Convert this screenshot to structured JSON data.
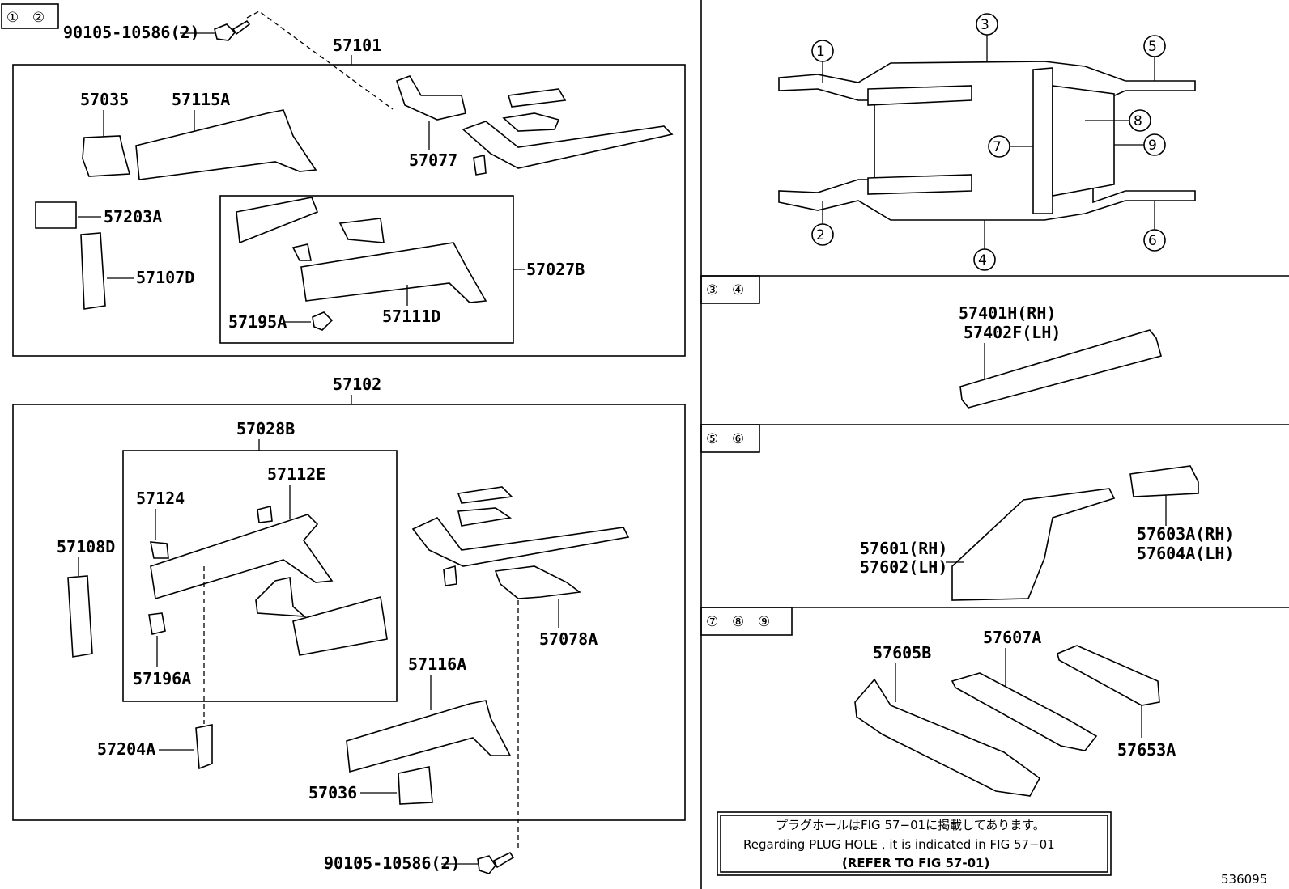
{
  "left": {
    "section_markers": [
      "①",
      "②"
    ],
    "bolt_top_label": "90105-10586(2)",
    "bolt_bottom_label": "90105-10586(2)",
    "group_upper": {
      "label": "57101",
      "parts": [
        "57035",
        "57115A",
        "57077",
        "57203A",
        "57107D",
        "57027B",
        "57195A",
        "57111D"
      ]
    },
    "group_lower": {
      "label": "57102",
      "subgroup_label": "57028B",
      "parts": [
        "57112E",
        "57124",
        "57108D",
        "57196A",
        "57078A",
        "57116A",
        "57204A",
        "57036"
      ]
    }
  },
  "right": {
    "overview_callouts": [
      "①",
      "②",
      "③",
      "④",
      "⑤",
      "⑥",
      "⑦",
      "⑧",
      "⑨"
    ],
    "panel_34": {
      "markers": [
        "③",
        "④"
      ],
      "labels": [
        "57401H(RH)",
        "57402F(LH)"
      ]
    },
    "panel_56": {
      "markers": [
        "⑤",
        "⑥"
      ],
      "labels": [
        "57601(RH)",
        "57602(LH)",
        "57603A(RH)",
        "57604A(LH)"
      ]
    },
    "panel_789": {
      "markers": [
        "⑦",
        "⑧",
        "⑨"
      ],
      "labels": [
        "57605B",
        "57607A",
        "57653A"
      ]
    },
    "note": {
      "line1": "プラグホールはFIG 57−01に掲載してあります。",
      "line2": "Regarding PLUG HOLE , it is indicated in FIG 57−01",
      "line3": "(REFER TO FIG 57-01)"
    }
  },
  "figure_number": "536095"
}
